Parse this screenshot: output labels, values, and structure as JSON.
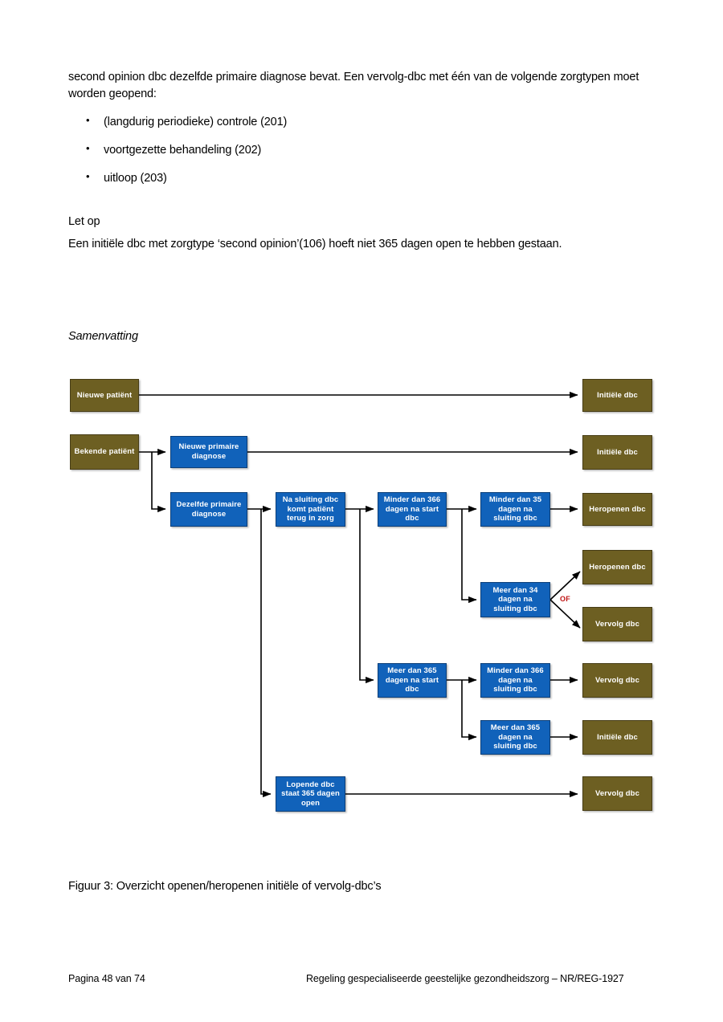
{
  "document": {
    "intro_paragraph": "second opinion dbc dezelfde primaire diagnose bevat. Een vervolg-dbc met één van de volgende zorgtypen moet worden geopend:",
    "bullets": [
      "(langdurig periodieke) controle (201)",
      "voortgezette behandeling (202)",
      "uitloop (203)"
    ],
    "bullet_glyph": "•",
    "note_title": "Let op",
    "note_text": "Een initiële dbc met zorgtype ‘second opinion’(106) hoeft niet 365 dagen open te hebben gestaan.",
    "section_heading": "Samenvatting",
    "figure_caption": "Figuur 3: Overzicht openen/heropenen initiële of vervolg-dbc’s",
    "footer_left": "Pagina 48 van 74",
    "footer_right": "Regeling gespecialiseerde geestelijke gezondheidszorg – NR/REG-1927"
  },
  "colors": {
    "brown": "#6d5f22",
    "blue": "#1162ba",
    "of_label": "#c01414",
    "connector": "#000000",
    "text_on_node": "#ffffff"
  },
  "diagram": {
    "title": "Overzicht openen/heropenen initiële of vervolg-dbc's",
    "type": "flowchart",
    "branch_label": "OF",
    "nodes": [
      {
        "id": "nieuwe-patient",
        "label": "Nieuwe patiënt",
        "kind": "brown"
      },
      {
        "id": "initiele-dbc-1",
        "label": "Initiële dbc",
        "kind": "brown"
      },
      {
        "id": "bekende-patient",
        "label": "Bekende patiënt",
        "kind": "brown"
      },
      {
        "id": "nieuwe-primaire-diag",
        "label": "Nieuwe primaire diagnose",
        "kind": "blue"
      },
      {
        "id": "initiele-dbc-2",
        "label": "Initiële dbc",
        "kind": "brown"
      },
      {
        "id": "dezelfde-primaire-diag",
        "label": "Dezelfde primaire diagnose",
        "kind": "blue"
      },
      {
        "id": "na-sluiting-dbc",
        "label": "Na sluiting dbc komt patiënt terug in zorg",
        "kind": "blue"
      },
      {
        "id": "minder-366-start",
        "label": "Minder dan 366 dagen na start dbc",
        "kind": "blue"
      },
      {
        "id": "minder-35-sluiting",
        "label": "Minder dan 35 dagen na sluiting dbc",
        "kind": "blue"
      },
      {
        "id": "heropenen-dbc-1",
        "label": "Heropenen dbc",
        "kind": "brown"
      },
      {
        "id": "meer-34-sluiting",
        "label": "Meer dan 34 dagen na sluiting dbc",
        "kind": "blue"
      },
      {
        "id": "heropenen-dbc-2",
        "label": "Heropenen dbc",
        "kind": "brown"
      },
      {
        "id": "vervolg-dbc-1",
        "label": "Vervolg dbc",
        "kind": "brown"
      },
      {
        "id": "meer-365-start",
        "label": "Meer dan 365 dagen na start dbc",
        "kind": "blue"
      },
      {
        "id": "minder-366-sluiting",
        "label": "Minder dan 366 dagen na sluiting dbc",
        "kind": "blue"
      },
      {
        "id": "vervolg-dbc-2",
        "label": "Vervolg dbc",
        "kind": "brown"
      },
      {
        "id": "meer-365-sluiting",
        "label": "Meer dan 365 dagen na sluiting dbc",
        "kind": "blue"
      },
      {
        "id": "initiele-dbc-3",
        "label": "Initiële dbc",
        "kind": "brown"
      },
      {
        "id": "lopende-dbc",
        "label": "Lopende dbc staat 365 dagen open",
        "kind": "blue"
      },
      {
        "id": "vervolg-dbc-3",
        "label": "Vervolg dbc",
        "kind": "brown"
      }
    ]
  }
}
